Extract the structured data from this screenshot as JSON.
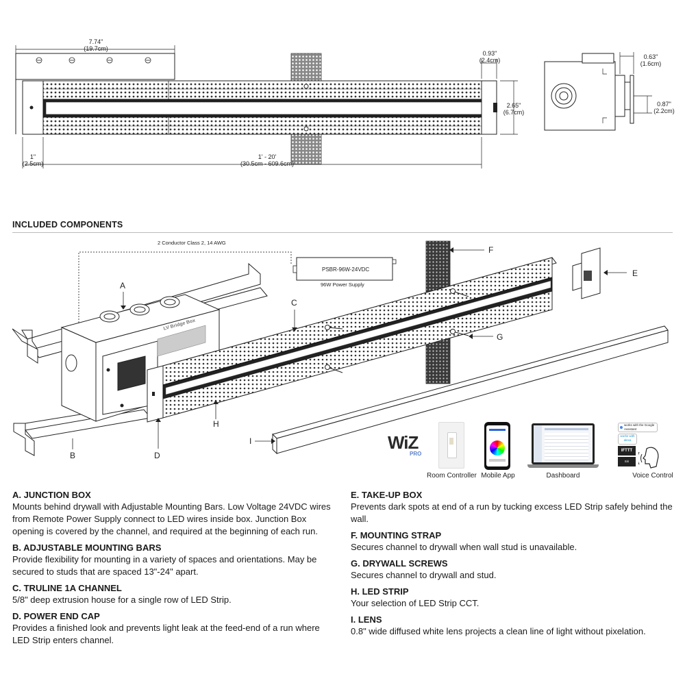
{
  "dimensions": {
    "width_in": "7.74\"",
    "width_cm": "(19.7cm)",
    "cap_in": "1\"",
    "cap_cm": "(2.5cm)",
    "length_in": "1' - 20'",
    "length_cm": "(30.5cm - 609.6cm)",
    "depth_in": "0.93\"",
    "depth_cm": "(2.4cm)",
    "height_in": "2.65\"",
    "height_cm": "(6.7cm)",
    "side_top_in": "0.63\"",
    "side_top_cm": "(1.6cm)",
    "side_right_in": "0.87\"",
    "side_right_cm": "(2.2cm)"
  },
  "section_heading": "INCLUDED COMPONENTS",
  "diagram": {
    "wire_label": "2 Conductor Class 2, 14 AWG",
    "power_supply_model": "PSBR-96W-24VDC",
    "power_supply_caption": "96W Power Supply",
    "box_label": "LV Bridge Box",
    "callouts": [
      "A",
      "B",
      "C",
      "D",
      "E",
      "F",
      "G",
      "H",
      "I"
    ]
  },
  "apps": {
    "logo_main": "WiZ",
    "logo_sub": "PRO",
    "items": [
      "Room Controller",
      "Mobile App",
      "Dashboard",
      "Voice Control"
    ],
    "badges": [
      "works with the Google Assistant",
      "works with alexa",
      "IFTTT",
      "Siri Shortcuts"
    ]
  },
  "components": [
    {
      "title": "A. JUNCTION BOX",
      "text": "Mounts behind drywall with Adjustable Mounting Bars. Low Voltage 24VDC wires from Remote Power Supply connect to LED wires inside box. Junction Box opening is covered by the channel, and required at the beginning of each run."
    },
    {
      "title": "B. ADJUSTABLE MOUNTING BARS",
      "text": "Provide flexibility for mounting in a variety of spaces and orientations. May be secured to studs that are spaced 13\"-24\" apart."
    },
    {
      "title": "C. TRULINE 1A CHANNEL",
      "text": "5/8\" deep extrusion house for a single row of LED Strip."
    },
    {
      "title": "D. POWER END CAP",
      "text": "Provides a finished look and prevents light leak at the feed-end of a run where LED Strip enters channel."
    },
    {
      "title": "E. TAKE-UP BOX",
      "text": "Prevents dark spots at end of a run by tucking excess LED Strip safely behind the wall."
    },
    {
      "title": "F. MOUNTING STRAP",
      "text": "Secures channel to drywall when wall stud is unavailable."
    },
    {
      "title": "G. DRYWALL SCREWS",
      "text": "Secures channel to drywall and stud."
    },
    {
      "title": "H. LED STRIP",
      "text": "Your selection of LED Strip CCT."
    },
    {
      "title": "I. LENS",
      "text": "0.8\" wide diffused white lens projects a clean line of light without pixelation."
    }
  ]
}
